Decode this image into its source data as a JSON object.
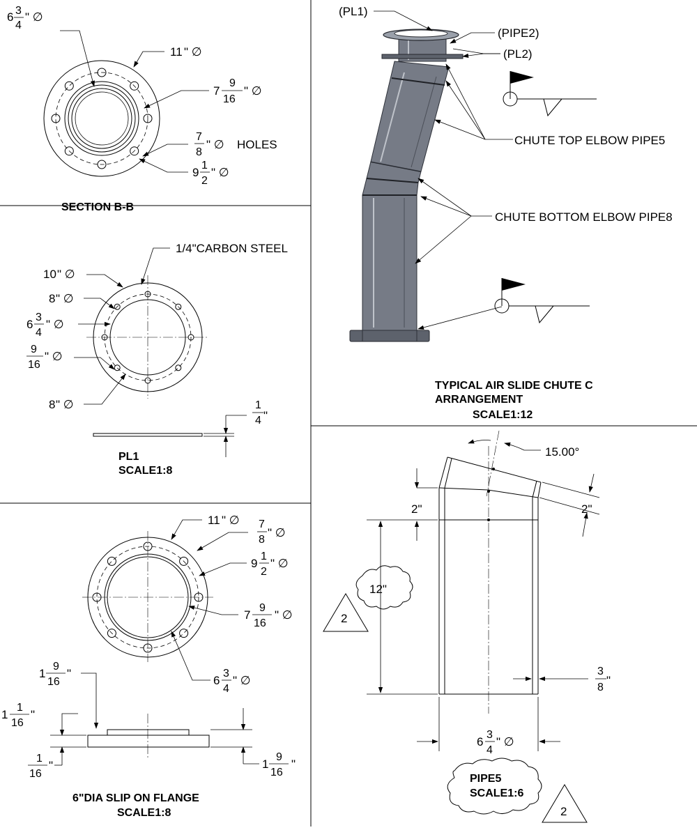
{
  "symbols": {
    "diameter": "∅",
    "inch": "\"",
    "degree": "°"
  },
  "section_bb": {
    "title": "SECTION B-B",
    "dim_inner": {
      "whole": "6",
      "num": "3",
      "den": "4"
    },
    "dim_outer": {
      "whole": "11"
    },
    "dim_bore": {
      "whole": "7",
      "num": "9",
      "den": "16"
    },
    "dim_holes": {
      "num": "7",
      "den": "8",
      "suffix": "HOLES"
    },
    "dim_bolt_circle": {
      "whole": "9",
      "num": "1",
      "den": "2"
    }
  },
  "pl1": {
    "material_label": "1/4\"CARBON STEEL",
    "dim_outer": {
      "whole": "10"
    },
    "dim_bolt_circle": {
      "whole": "8"
    },
    "dim_inner": {
      "whole": "6",
      "num": "3",
      "den": "4"
    },
    "dim_holes": {
      "num": "9",
      "den": "16"
    },
    "dim_bottom": {
      "whole": "8"
    },
    "dim_thickness": {
      "num": "1",
      "den": "4"
    },
    "title": "PL1",
    "scale": "SCALE1:8"
  },
  "flange": {
    "dim_outer": {
      "whole": "11"
    },
    "dim_holes": {
      "num": "7",
      "den": "8"
    },
    "dim_bolt_circle": {
      "whole": "9",
      "num": "1",
      "den": "2"
    },
    "dim_bore": {
      "whole": "7",
      "num": "9",
      "den": "16"
    },
    "dim_inner": {
      "whole": "6",
      "num": "3",
      "den": "4"
    },
    "dim_hub_width": {
      "whole": "1",
      "num": "9",
      "den": "16"
    },
    "dim_hub_height": {
      "whole": "1",
      "num": "1",
      "den": "16"
    },
    "dim_base": {
      "num": "1",
      "den": "16"
    },
    "dim_right": {
      "whole": "1",
      "num": "9",
      "den": "16"
    },
    "title": "6\"DIA SLIP ON FLANGE",
    "scale": "SCALE1:8"
  },
  "arrangement": {
    "label_pl1": "(PL1)",
    "label_pipe2": "(PIPE2)",
    "label_pl2": "(PL2)",
    "label_top_elbow": "CHUTE TOP ELBOW PIPE5",
    "label_bottom_elbow": "CHUTE BOTTOM ELBOW PIPE8",
    "title_line1": "TYPICAL AIR SLIDE CHUTE C",
    "title_line2": "ARRANGEMENT",
    "scale": "SCALE1:12"
  },
  "pipe5": {
    "angle": "15.00°",
    "dim_left_small": "2\"",
    "dim_right_small": "2\"",
    "dim_length": "12\"",
    "dim_wall": {
      "num": "3",
      "den": "8"
    },
    "dim_diameter": {
      "whole": "6",
      "num": "3",
      "den": "4"
    },
    "revision": "2",
    "title": "PIPE5",
    "scale": "SCALE1:6"
  }
}
